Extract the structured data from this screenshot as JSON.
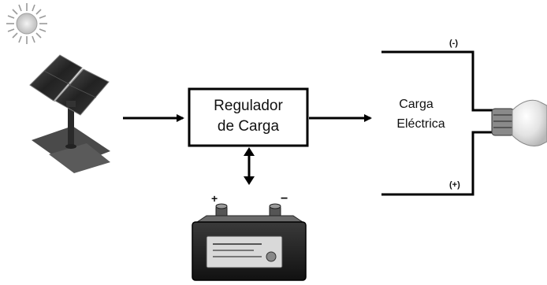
{
  "regulator": {
    "line1": "Regulador",
    "line2": "de Carga"
  },
  "load": {
    "line1": "Carga",
    "line2": "Eléctrica"
  },
  "polarity": {
    "load_top": "(-)",
    "load_bottom": "(+)",
    "battery_plus": "+",
    "battery_minus": "−"
  },
  "icons": {
    "sun": "sun-icon",
    "solar_panel": "solar-panel-icon",
    "battery": "battery-icon",
    "bulb": "light-bulb-icon"
  },
  "colors": {
    "line": "#000000",
    "panel_dark": "#2b2b2b",
    "shadow": "#4a4a4a",
    "bulb_glass": "#e6e6e6"
  }
}
